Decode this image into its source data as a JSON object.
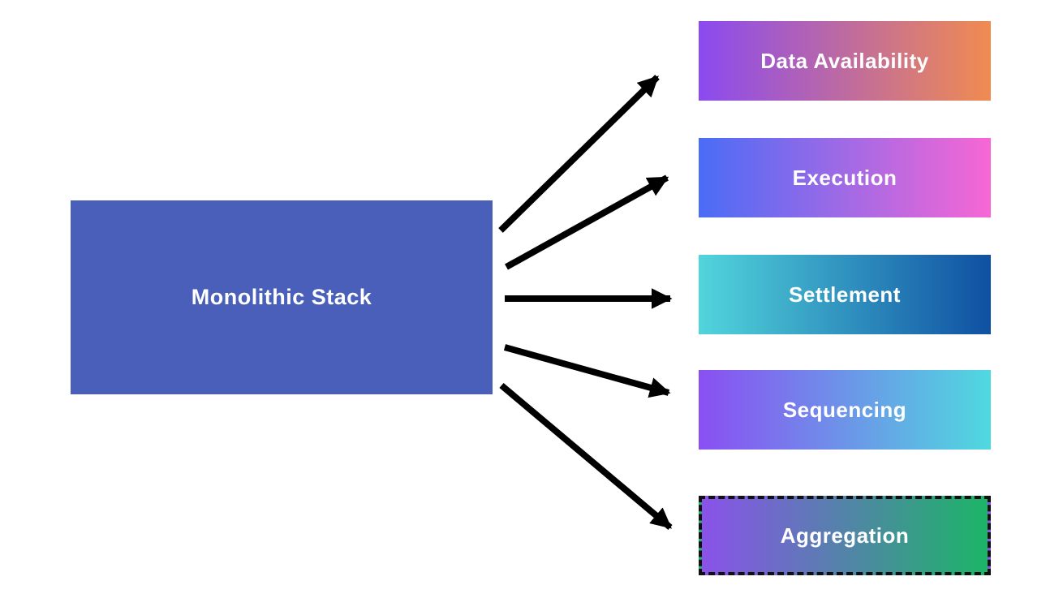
{
  "diagram": {
    "background_color": "#ffffff",
    "arrow_color": "#000000",
    "source": {
      "id": "monolithic-stack",
      "label": "Monolithic Stack",
      "fill": "#4a5fba",
      "text_color": "#ffffff"
    },
    "targets": [
      {
        "id": "data-availability",
        "label": "Data Availability",
        "gradient_from": "#8b4af0",
        "gradient_to": "#f08b51",
        "text_color": "#ffffff",
        "border": "none"
      },
      {
        "id": "execution",
        "label": "Execution",
        "gradient_from": "#4a6cf6",
        "gradient_to": "#f767d4",
        "text_color": "#ffffff",
        "border": "none"
      },
      {
        "id": "settlement",
        "label": "Settlement",
        "gradient_from": "#52d5dc",
        "gradient_to": "#0f50a2",
        "text_color": "#ffffff",
        "border": "none"
      },
      {
        "id": "sequencing",
        "label": "Sequencing",
        "gradient_from": "#8a4ff2",
        "gradient_to": "#4fd9df",
        "text_color": "#ffffff",
        "border": "none"
      },
      {
        "id": "aggregation",
        "label": "Aggregation",
        "gradient_from": "#8a52ea",
        "gradient_to": "#1cb567",
        "text_color": "#ffffff",
        "border": "dashed"
      }
    ],
    "connections": [
      {
        "from": "monolithic-stack",
        "to": "data-availability"
      },
      {
        "from": "monolithic-stack",
        "to": "execution"
      },
      {
        "from": "monolithic-stack",
        "to": "settlement"
      },
      {
        "from": "monolithic-stack",
        "to": "sequencing"
      },
      {
        "from": "monolithic-stack",
        "to": "aggregation"
      }
    ]
  }
}
